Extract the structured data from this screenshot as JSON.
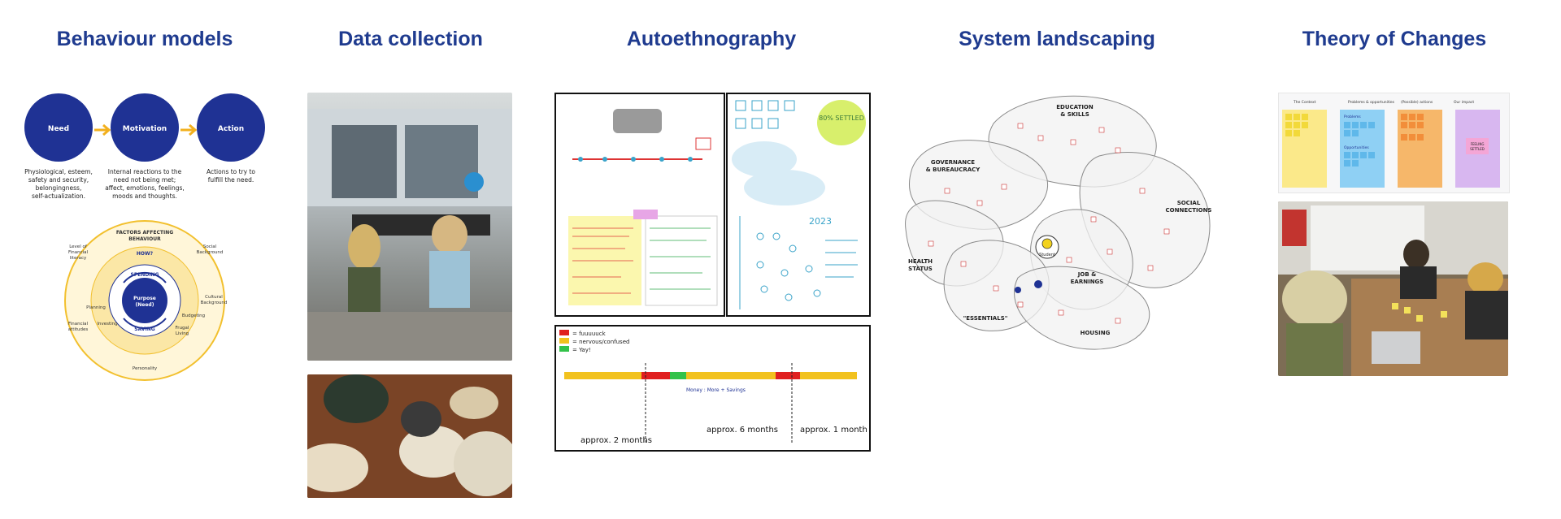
{
  "columns": {
    "behaviour_models": "Behaviour models",
    "data_collection": "Data collection",
    "autoethnography": "Autoethnography",
    "system_landscaping": "System landscaping",
    "theory_of_changes": "Theory of Changes"
  },
  "behaviour": {
    "need": "Need",
    "motivation": "Motivation",
    "action": "Action",
    "need_desc": [
      "Physiological, esteem,",
      "safety and security,",
      "belongingness,",
      "self-actualization."
    ],
    "motivation_desc": [
      "Internal reactions to the",
      "need not being met;",
      "affect, emotions, feelings,",
      "moods and thoughts."
    ],
    "action_desc": [
      "Actions to try to",
      "fulfill the need."
    ],
    "factors_title": [
      "FACTORS AFFECTING",
      "BEHAVIOUR"
    ],
    "how": "HOW?",
    "spending": "SPENDING",
    "saving": "SAVING",
    "purpose": [
      "Purpose",
      "(Need)"
    ],
    "level_financial": [
      "Level of",
      "Financial",
      "literacy"
    ],
    "social_background": [
      "Social",
      "Background"
    ],
    "cultural_background": [
      "Cultural",
      "Background"
    ],
    "planning": "Planning",
    "budgeting": "Budgeting",
    "investing": "Investing",
    "frugal_living": [
      "Frugal",
      "Living"
    ],
    "financial_attitudes": [
      "Financial",
      "attitudes"
    ],
    "personality": "Personality"
  },
  "autoethno": {
    "legend": [
      "= fuuuuuck",
      "= nervous/confused",
      "= Yay!"
    ],
    "approx": [
      "approx. 2 months",
      "approx. 6 months",
      "approx. 1 month"
    ],
    "money": "Money : More + Savings",
    "percent": "80% SETTLED",
    "year": "2023"
  },
  "system": {
    "education": [
      "EDUCATION",
      "& SKILLS"
    ],
    "governance": [
      "GOVERNANCE",
      "& BUREAUCRACY"
    ],
    "social": [
      "SOCIAL",
      "CONNECTIONS"
    ],
    "health": [
      "HEALTH",
      "STATUS"
    ],
    "job": [
      "JOB &",
      "EARNINGS"
    ],
    "essentials": "\"ESSENTIALS\"",
    "housing": "HOUSING",
    "student": "Student"
  },
  "toc": {
    "headers": [
      "The Context",
      "Problems & opportunities",
      "(Possible) actions",
      "Our impact"
    ],
    "problems": "Problems",
    "opportunities": "Opportunities",
    "feeling": [
      "FEELING",
      "SETTLED"
    ]
  },
  "colors": {
    "title": "#1f3b8f",
    "circle": "#1f3294",
    "arrow": "#f2b01e",
    "ring_outer": "#fde9a8",
    "ring_inner": "#f6dc84"
  }
}
